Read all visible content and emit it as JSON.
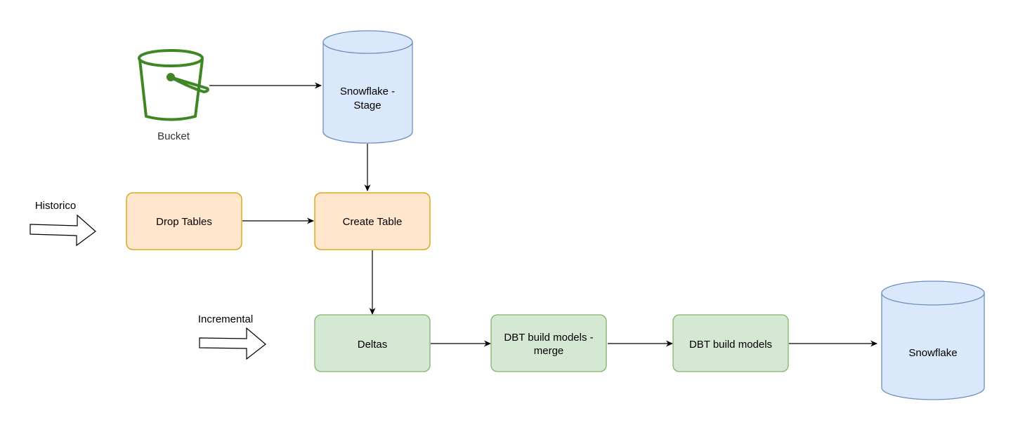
{
  "colors": {
    "bucket_stroke": "#3f8624",
    "cylinder_fill": "#dae8fc",
    "cylinder_stroke": "#6c8ebf",
    "orange_fill": "#ffe6cc",
    "orange_stroke": "#d79b00",
    "green_fill": "#d5e8d4",
    "green_stroke": "#82b366",
    "edge": "#000000"
  },
  "nodes": {
    "bucket": {
      "label": "Bucket",
      "icon": "bucket-icon"
    },
    "snowflake_stage": {
      "line1": "Snowflake -",
      "line2": "Stage"
    },
    "drop_tables": {
      "label": "Drop Tables"
    },
    "create_table": {
      "label": "Create Table"
    },
    "deltas": {
      "label": "Deltas"
    },
    "dbt_merge": {
      "line1": "DBT build models -",
      "line2": "merge"
    },
    "dbt_build": {
      "label": "DBT build models"
    },
    "snowflake": {
      "label": "Snowflake"
    },
    "historico": {
      "label": "Historico",
      "icon": "block-arrow-icon"
    },
    "incremental": {
      "label": "Incremental",
      "icon": "block-arrow-icon"
    }
  },
  "edges": [
    {
      "from": "bucket",
      "to": "snowflake_stage"
    },
    {
      "from": "snowflake_stage",
      "to": "create_table"
    },
    {
      "from": "drop_tables",
      "to": "create_table"
    },
    {
      "from": "create_table",
      "to": "deltas"
    },
    {
      "from": "deltas",
      "to": "dbt_merge"
    },
    {
      "from": "dbt_merge",
      "to": "dbt_build"
    },
    {
      "from": "dbt_build",
      "to": "snowflake"
    }
  ]
}
